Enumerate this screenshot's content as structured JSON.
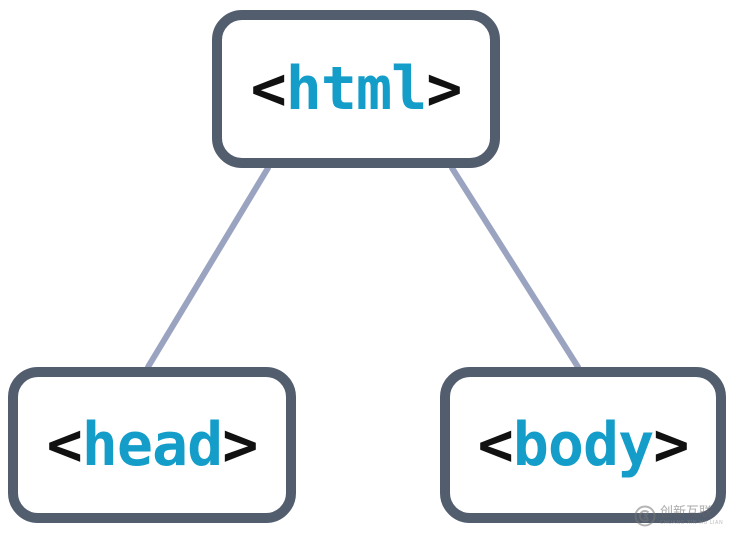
{
  "nodes": {
    "html": {
      "open": "<",
      "tag": "html",
      "close": ">"
    },
    "head": {
      "open": "<",
      "tag": "head",
      "close": ">"
    },
    "body": {
      "open": "<",
      "tag": "body",
      "close": ">"
    }
  },
  "watermark": {
    "text_cn": "创新互联",
    "text_en": "CHUANG XIN HU LIAN",
    "icon": "cx-logo-icon"
  },
  "colors": {
    "node_border": "#525d6e",
    "bracket": "#111111",
    "tag_name": "#139dc8",
    "edge": "#9aa3c0"
  }
}
